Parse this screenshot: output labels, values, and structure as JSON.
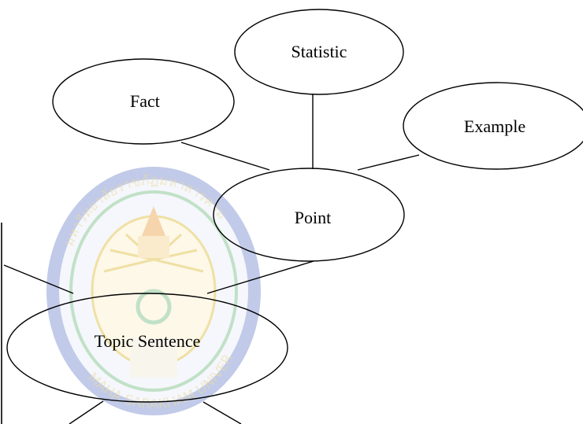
{
  "nodes": {
    "statistic": "Statistic",
    "fact": "Fact",
    "example": "Example",
    "point": "Point",
    "topic_sentence": "Topic Sentence"
  },
  "watermark": {
    "arc_top": "มหาวิทยาลัยราชภัฏมหาสารคาม",
    "arc_bottom": "MAHA SARAKHAM UNIVERSITY",
    "colors": {
      "blue": "#8f9fd6",
      "gold": "#e3c85a",
      "orange": "#f0b46a",
      "green": "#8fc99b"
    }
  },
  "colors": {
    "line": "#000000",
    "background": "#ffffff"
  }
}
